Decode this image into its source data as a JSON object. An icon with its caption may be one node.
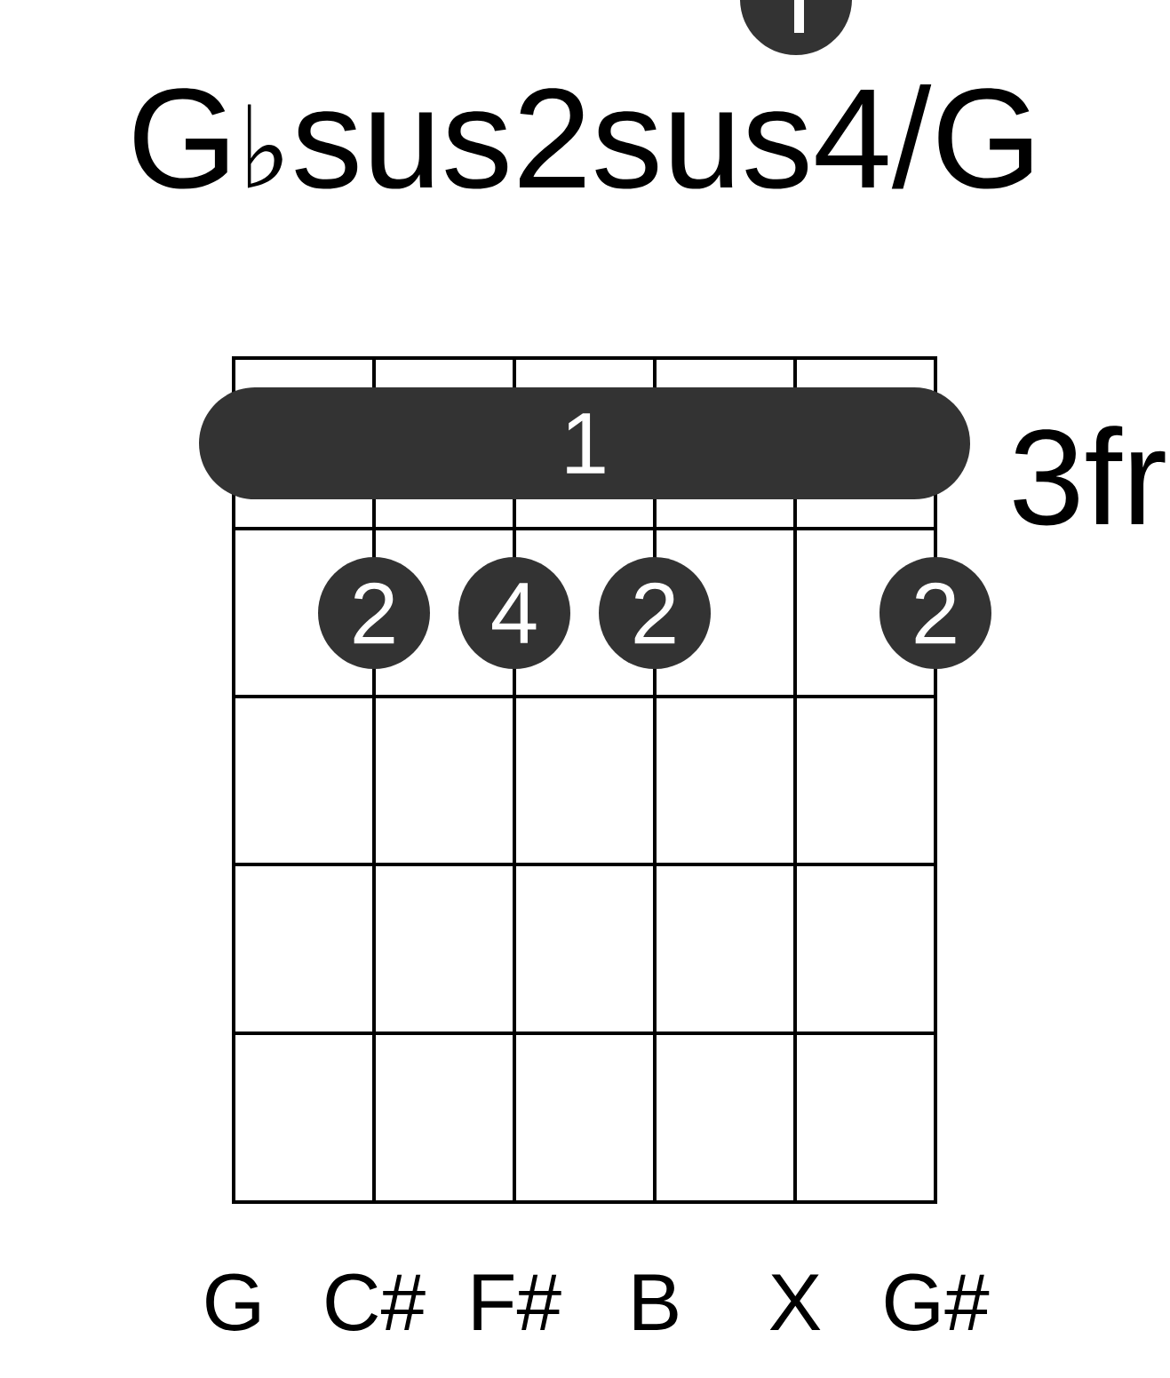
{
  "diagram": {
    "title": "G♭sus2sus4/G",
    "nodes": [
      {
        "text": [],
        "shape": "circle"
      },
      {
        "text": [
          "1"
        ]
      },
      {
        "text": [
          "2"
        ]
      },
      {
        "text": [
          "4"
        ]
      },
      {
        "text": [
          "2"
        ]
      },
      {
        "text": [
          "2"
        ]
      }
    ],
    "labels": [
      "3fr",
      "G",
      "C#",
      "F#",
      "B",
      "X",
      "G#"
    ]
  }
}
